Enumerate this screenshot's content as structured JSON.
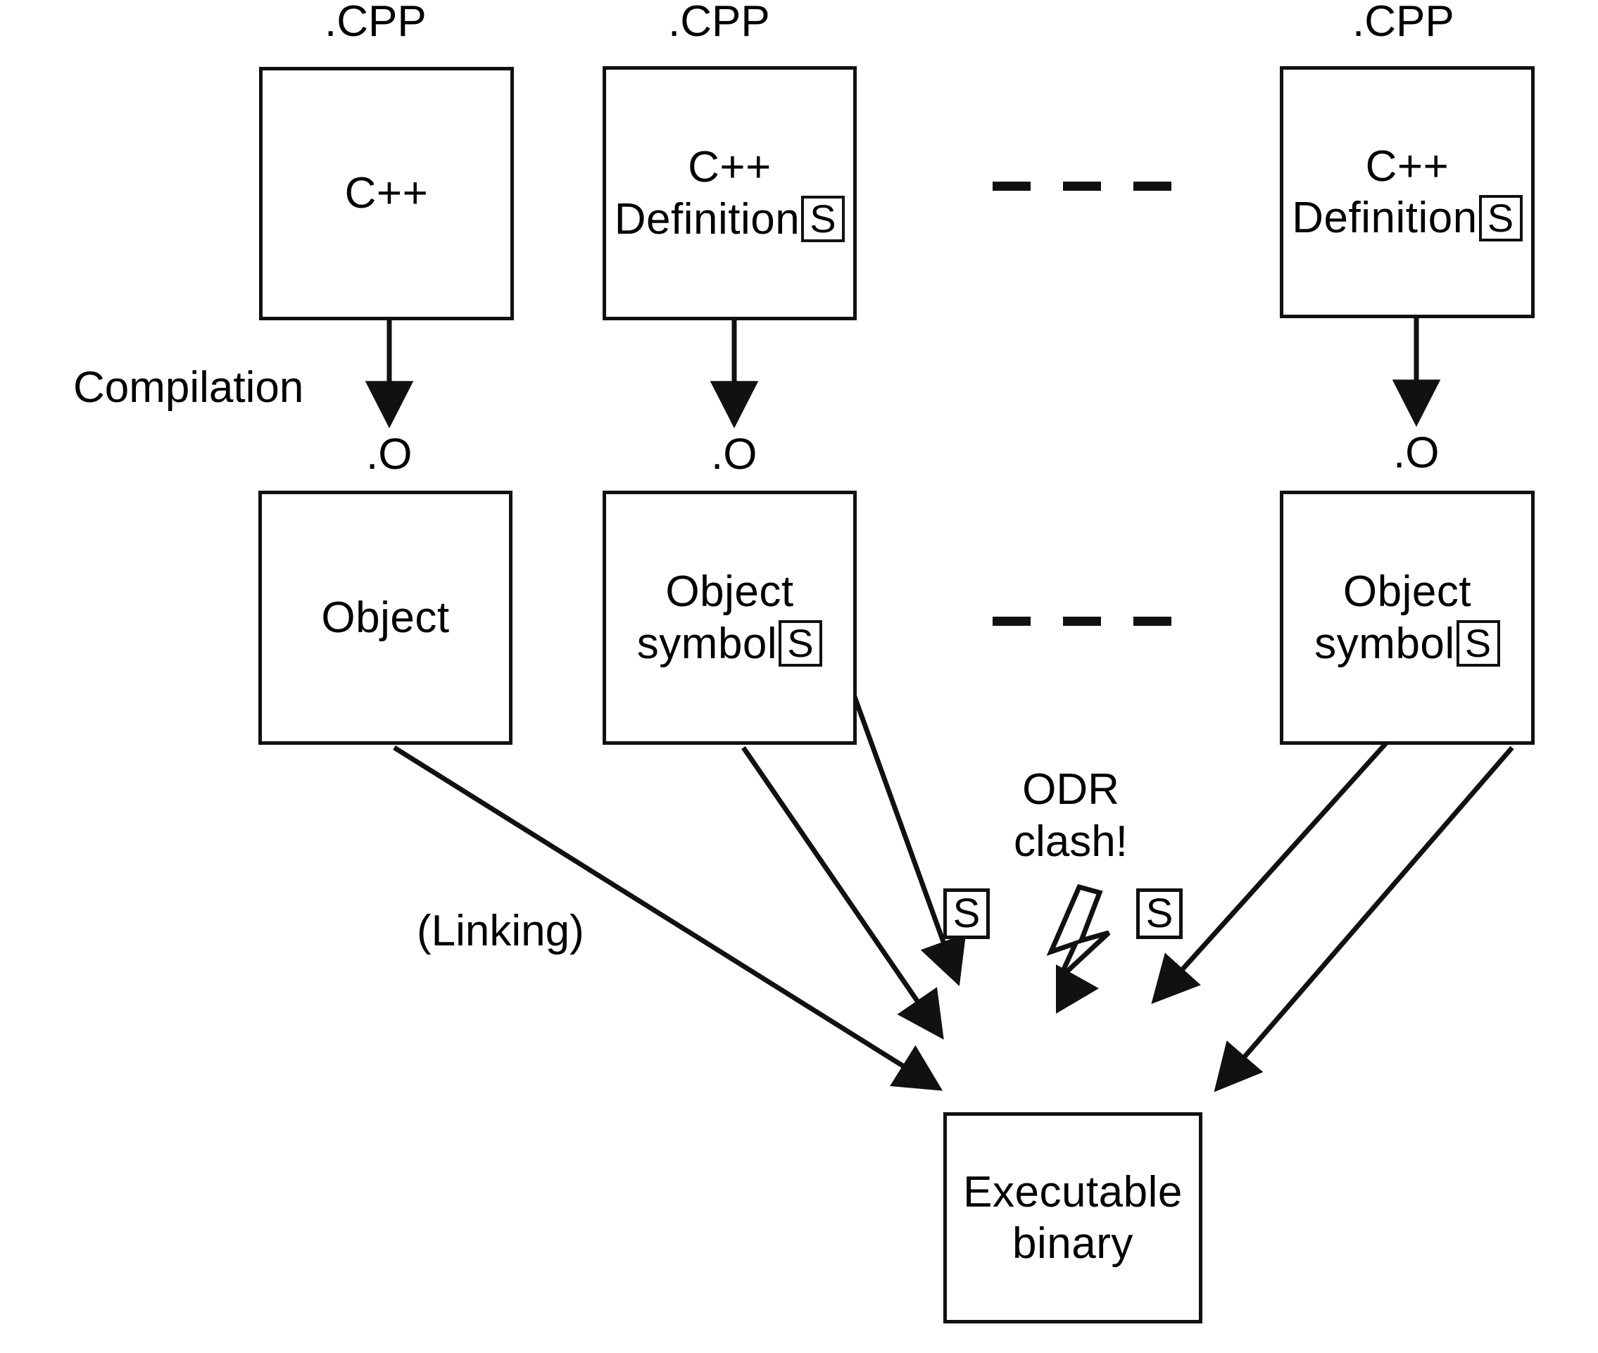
{
  "diagram": {
    "title": "C++ compilation and linking ODR clash",
    "stroke_color": "#111111",
    "background_color": "#ffffff"
  },
  "source_row": {
    "file_label_1": ".CPP",
    "file_label_2": ".CPP",
    "file_label_3": ".CPP",
    "box1": {
      "line1": "C++"
    },
    "box2": {
      "line1": "C++",
      "line2": "Definition",
      "symbol": "S"
    },
    "box3": {
      "line1": "C++",
      "line2": "Definition",
      "symbol": "S"
    }
  },
  "compilation": {
    "label": "Compilation",
    "object_label_1": ".O",
    "object_label_2": ".O",
    "object_label_3": ".O"
  },
  "object_row": {
    "box1": {
      "line1": "Object"
    },
    "box2": {
      "line1": "Object",
      "line2": "symbol",
      "symbol": "S"
    },
    "box3": {
      "line1": "Object",
      "line2": "symbol",
      "symbol": "S"
    }
  },
  "linking": {
    "label": "(Linking)",
    "odr_line1": "ODR",
    "odr_line2": "clash!",
    "symbol_left": "S",
    "symbol_right": "S"
  },
  "output": {
    "line1": "Executable",
    "line2": "binary"
  },
  "ellipsis": {
    "dash_count": 3
  }
}
